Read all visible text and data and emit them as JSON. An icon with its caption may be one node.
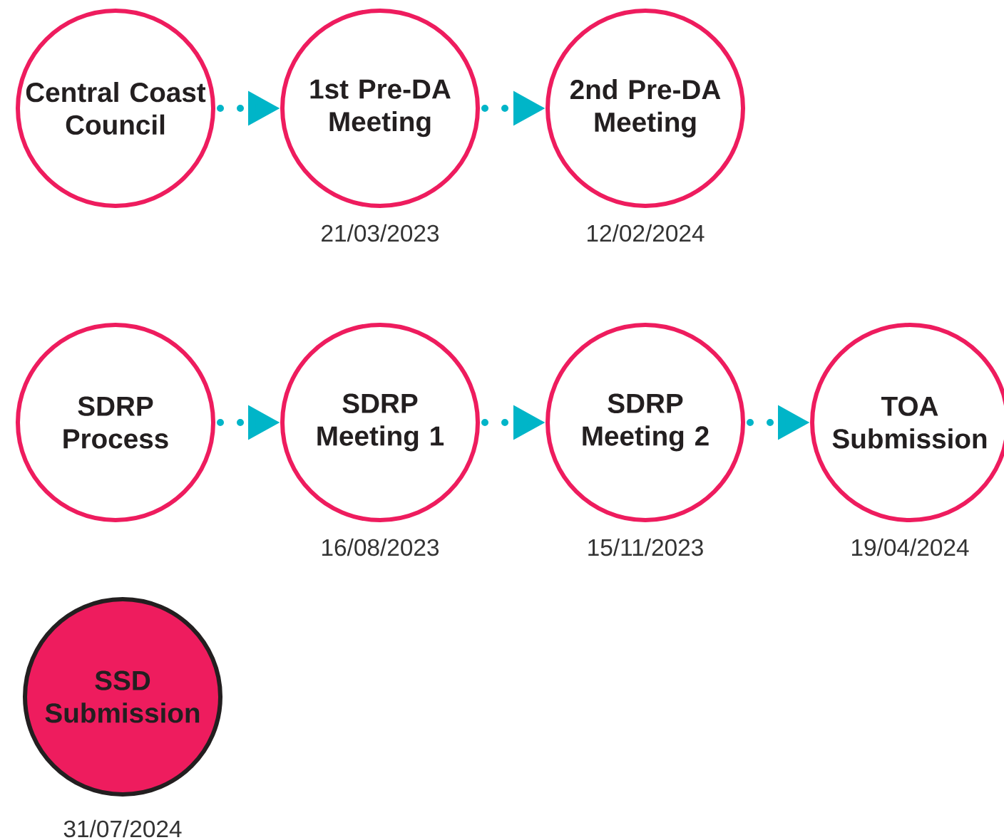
{
  "diagram": {
    "nodes": [
      {
        "text": [
          "Central Coast Council"
        ]
      },
      {
        "text": [
          "1st Pre-DA Meeting"
        ],
        "beside": [
          "21/03/2023"
        ]
      },
      {
        "text": [
          "2nd Pre-DA Meeting"
        ],
        "beside": [
          "12/02/2024"
        ]
      },
      {
        "text": [
          "SDRP Process"
        ]
      },
      {
        "text": [
          "SDRP Meeting 1"
        ],
        "beside": [
          "16/08/2023"
        ]
      },
      {
        "text": [
          "SDRP Meeting 2"
        ],
        "beside": [
          "15/11/2023"
        ]
      },
      {
        "text": [
          "TOA Submission"
        ],
        "beside": [
          "19/04/2024"
        ]
      },
      {
        "text": [
          "SSD Submission"
        ],
        "beside": [
          "31/07/2024"
        ]
      }
    ],
    "edges": [
      {
        "from": 0,
        "to": 1,
        "arrow": "to"
      },
      {
        "from": 1,
        "to": 2,
        "arrow": "to"
      },
      {
        "from": 3,
        "to": 4,
        "arrow": "to"
      },
      {
        "from": 4,
        "to": 5,
        "arrow": "to"
      },
      {
        "from": 5,
        "to": 6,
        "arrow": "to"
      }
    ]
  }
}
